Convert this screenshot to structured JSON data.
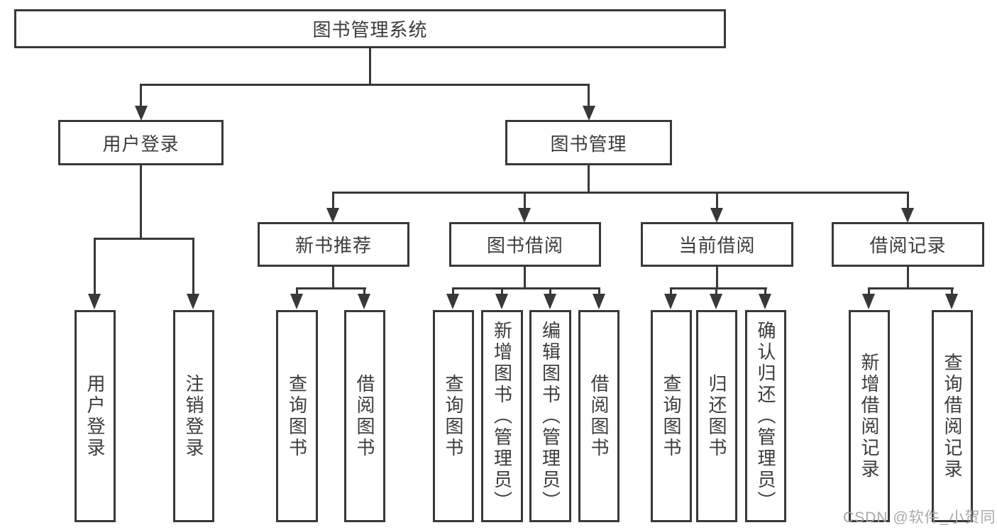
{
  "diagram": {
    "type": "hierarchy-tree",
    "root": {
      "label": "图书管理系统"
    },
    "level2": [
      {
        "id": "user-login",
        "label": "用户登录"
      },
      {
        "id": "book-management",
        "label": "图书管理"
      }
    ],
    "level3": [
      {
        "id": "new-book-recommend",
        "parent": "图书管理",
        "label": "新书推荐"
      },
      {
        "id": "book-borrow",
        "parent": "图书管理",
        "label": "图书借阅"
      },
      {
        "id": "current-borrow",
        "parent": "图书管理",
        "label": "当前借阅"
      },
      {
        "id": "borrow-records",
        "parent": "图书管理",
        "label": "借阅记录"
      }
    ],
    "leaves": [
      {
        "group": "用户登录",
        "label": "用户登录"
      },
      {
        "group": "用户登录",
        "label": "注销登录"
      },
      {
        "group": "新书推荐",
        "label": "查询图书"
      },
      {
        "group": "新书推荐",
        "label": "借阅图书"
      },
      {
        "group": "图书借阅",
        "label": "查询图书"
      },
      {
        "group": "图书借阅",
        "label": "新增图书（管理员）"
      },
      {
        "group": "图书借阅",
        "label": "编辑图书（管理员）"
      },
      {
        "group": "图书借阅",
        "label": "借阅图书"
      },
      {
        "group": "当前借阅",
        "label": "查询图书"
      },
      {
        "group": "当前借阅",
        "label": "归还图书"
      },
      {
        "group": "当前借阅",
        "label": "确认归还（管理员）"
      },
      {
        "group": "借阅记录",
        "label": "新增借阅记录"
      },
      {
        "group": "借阅记录",
        "label": "查询借阅记录"
      }
    ]
  },
  "colors": {
    "line": "#383838",
    "box_border": "#383838",
    "box_fill": "#ffffff",
    "text": "#3c3c3c",
    "watermark": "#a4a4a4",
    "background": "#ffffff"
  },
  "watermark": {
    "text": "CSDN @软件_小贺同学"
  }
}
